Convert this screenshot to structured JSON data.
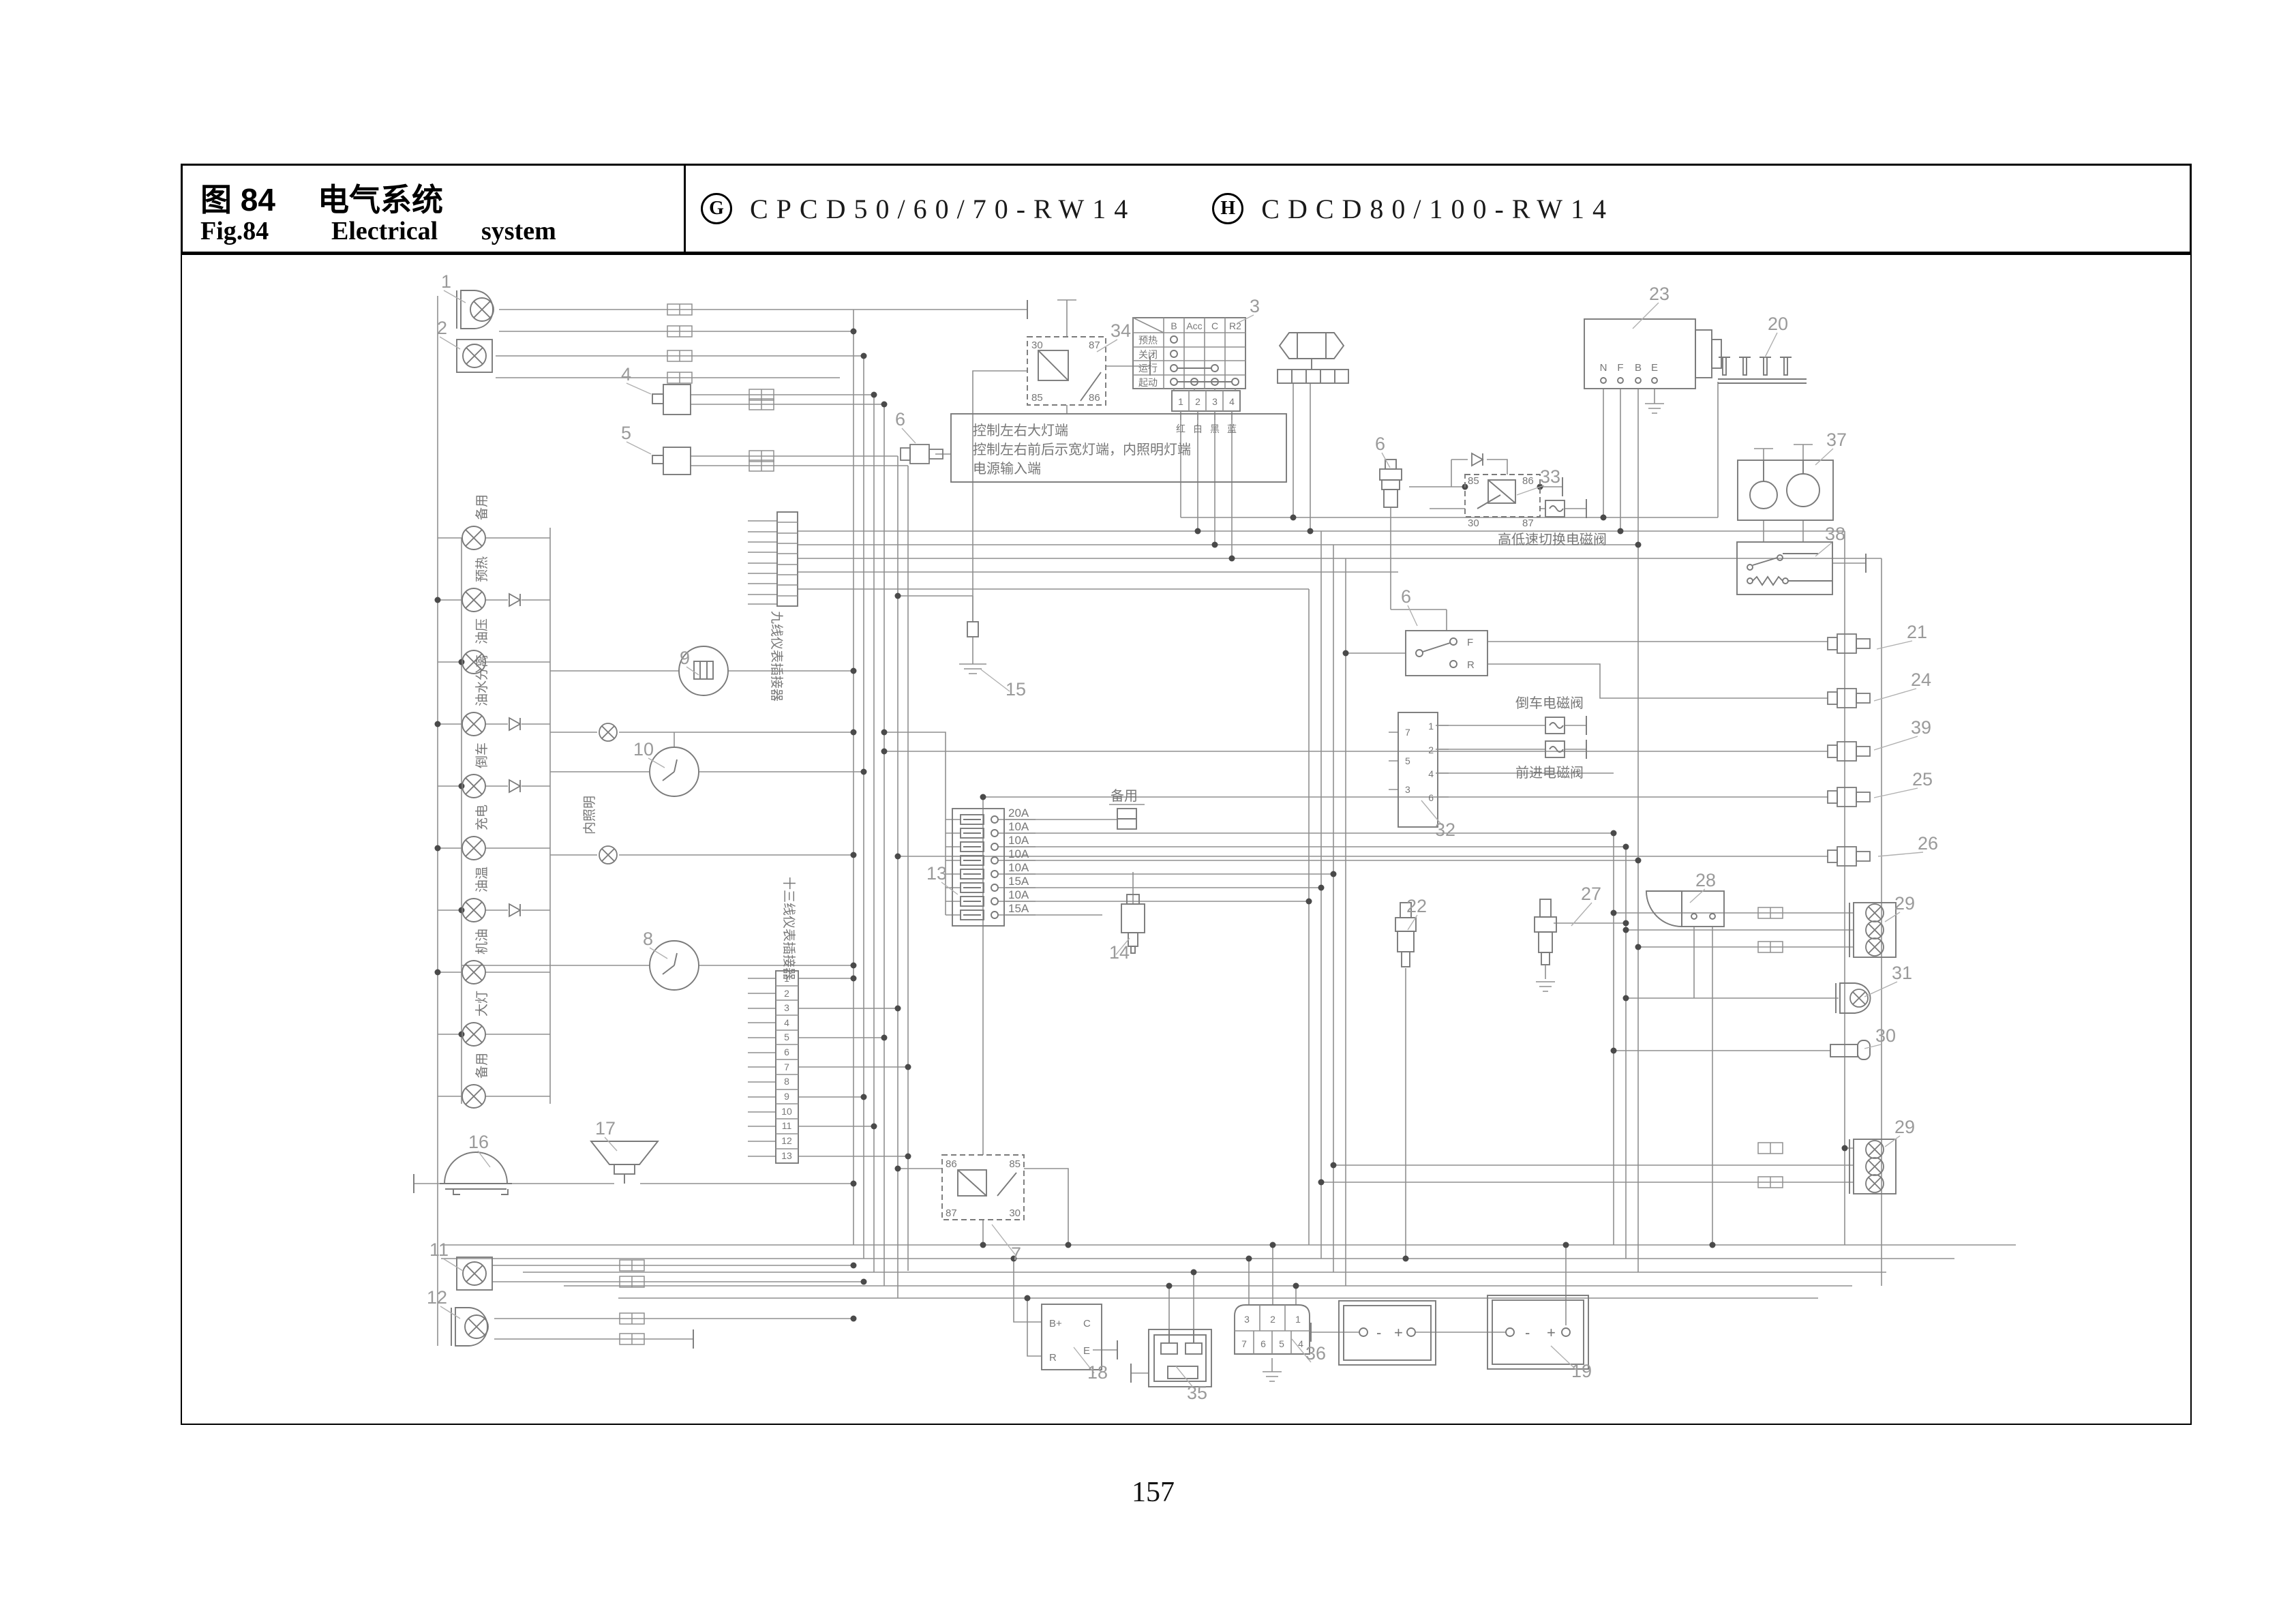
{
  "header": {
    "fig_label_cn": "图 84",
    "title_cn": "电气系统",
    "fig_label_en": "Fig.84",
    "title_en_1": "Electrical",
    "title_en_2": "system",
    "badge_g": "G",
    "model_g": "CPCD50/60/70-RW14",
    "badge_h": "H",
    "model_h": "CDCD80/100-RW14"
  },
  "page_number": "157",
  "diagram": {
    "callouts": [
      "1",
      "2",
      "3",
      "4",
      "5",
      "6",
      "6",
      "6",
      "7",
      "8",
      "9",
      "10",
      "11",
      "12",
      "13",
      "14",
      "15",
      "16",
      "17",
      "18",
      "19",
      "20",
      "21",
      "22",
      "23",
      "24",
      "25",
      "26",
      "27",
      "28",
      "29",
      "29",
      "30",
      "31",
      "32",
      "33",
      "34",
      "35",
      "36",
      "37",
      "38",
      "39"
    ],
    "lamp_labels": [
      "备用",
      "预热",
      "油压",
      "油水分离",
      "倒车",
      "充电",
      "油温",
      "机油",
      "大灯",
      "备用"
    ],
    "fuse_ratings": [
      "20A",
      "10A",
      "10A",
      "10A",
      "10A",
      "15A",
      "10A",
      "15A"
    ],
    "labels": {
      "spare": "备用",
      "interior_light": "内照明",
      "conn9": "九线仪表插接器",
      "conn13": "十三线仪表插接器",
      "note1": "控制左右大灯端",
      "note2": "控制左右前后示宽灯端，内照明灯端",
      "note3": "电源输入端",
      "valve_hl": "高低速切换电磁阀",
      "valve_rev": "倒车电磁阀",
      "valve_fwd": "前进电磁阀"
    },
    "ignition": {
      "cols": [
        "B",
        "Acc",
        "C",
        "R2"
      ],
      "rows": [
        "预热",
        "关闭",
        "运行",
        "起动"
      ],
      "pins": [
        "1",
        "2",
        "3",
        "4"
      ],
      "marks": [
        "红",
        "白",
        "黑",
        "蓝"
      ]
    },
    "relay34_terms": [
      "30",
      "87",
      "85",
      "86"
    ],
    "relay33_terms": [
      "85",
      "86",
      "30",
      "87"
    ],
    "relay7_terms": [
      "86",
      "85",
      "87",
      "30"
    ],
    "alternator_terms": [
      "N",
      "F",
      "B",
      "E"
    ],
    "fr": [
      "F",
      "R"
    ],
    "conn32_left": [
      "7",
      "5",
      "3"
    ],
    "conn32_right": [
      "1",
      "2",
      "4",
      "6"
    ],
    "conn36_top": [
      "3",
      "2",
      "1"
    ],
    "conn36_bottom": [
      "7",
      "6",
      "5",
      "4"
    ],
    "box18_terms": [
      "B+",
      "R",
      "C",
      "E"
    ],
    "strip13_pins": [
      "1",
      "2",
      "3",
      "4",
      "5",
      "6",
      "7",
      "8",
      "9",
      "10",
      "11",
      "12",
      "13"
    ],
    "battery": {
      "minus": "-",
      "plus": "+"
    }
  }
}
